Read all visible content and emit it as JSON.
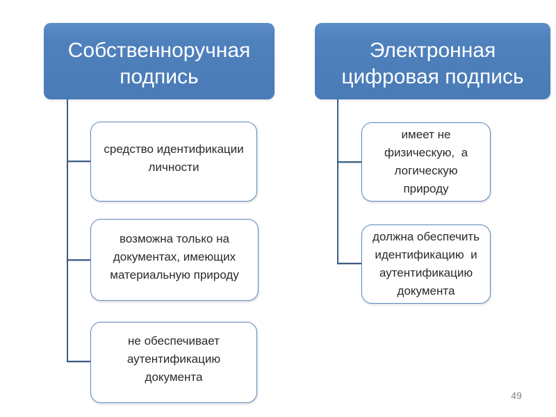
{
  "slide": {
    "page_number": "49",
    "background_color": "#ffffff"
  },
  "colors": {
    "header_fill": "#4f81bd",
    "header_text": "#ffffff",
    "node_border": "#5b86bb",
    "node_fill": "#ffffff",
    "node_text": "#2a2a2a",
    "connector": "#3e5c85",
    "page_number": "#848484"
  },
  "diagrams": [
    {
      "header": "Собственноручная подпись",
      "items": [
        {
          "text": "средство идентификации личности",
          "lines": [
            "средство идентификации",
            "личности"
          ]
        },
        {
          "text": "возможна только на документах, имеющих материальную природу",
          "lines": [
            "возможна только на",
            "документах, имеющих",
            "материальную природу"
          ]
        },
        {
          "text": "не обеспечивает аутентификацию документа",
          "lines": [
            "не обеспечивает",
            "аутентификацию",
            "документа"
          ]
        }
      ]
    },
    {
      "header": "Электронная цифровая подпись",
      "items": [
        {
          "text": "имеет не физическую,  а логическую природу",
          "lines": [
            "имеет не",
            "физическую,  а",
            "логическую",
            "природу"
          ]
        },
        {
          "text": "должна обеспечить идентификацию  и аутентификацию документа",
          "lines": [
            "должна обеспечить",
            "идентификацию  и",
            "аутентификацию",
            "документа"
          ]
        }
      ]
    }
  ]
}
